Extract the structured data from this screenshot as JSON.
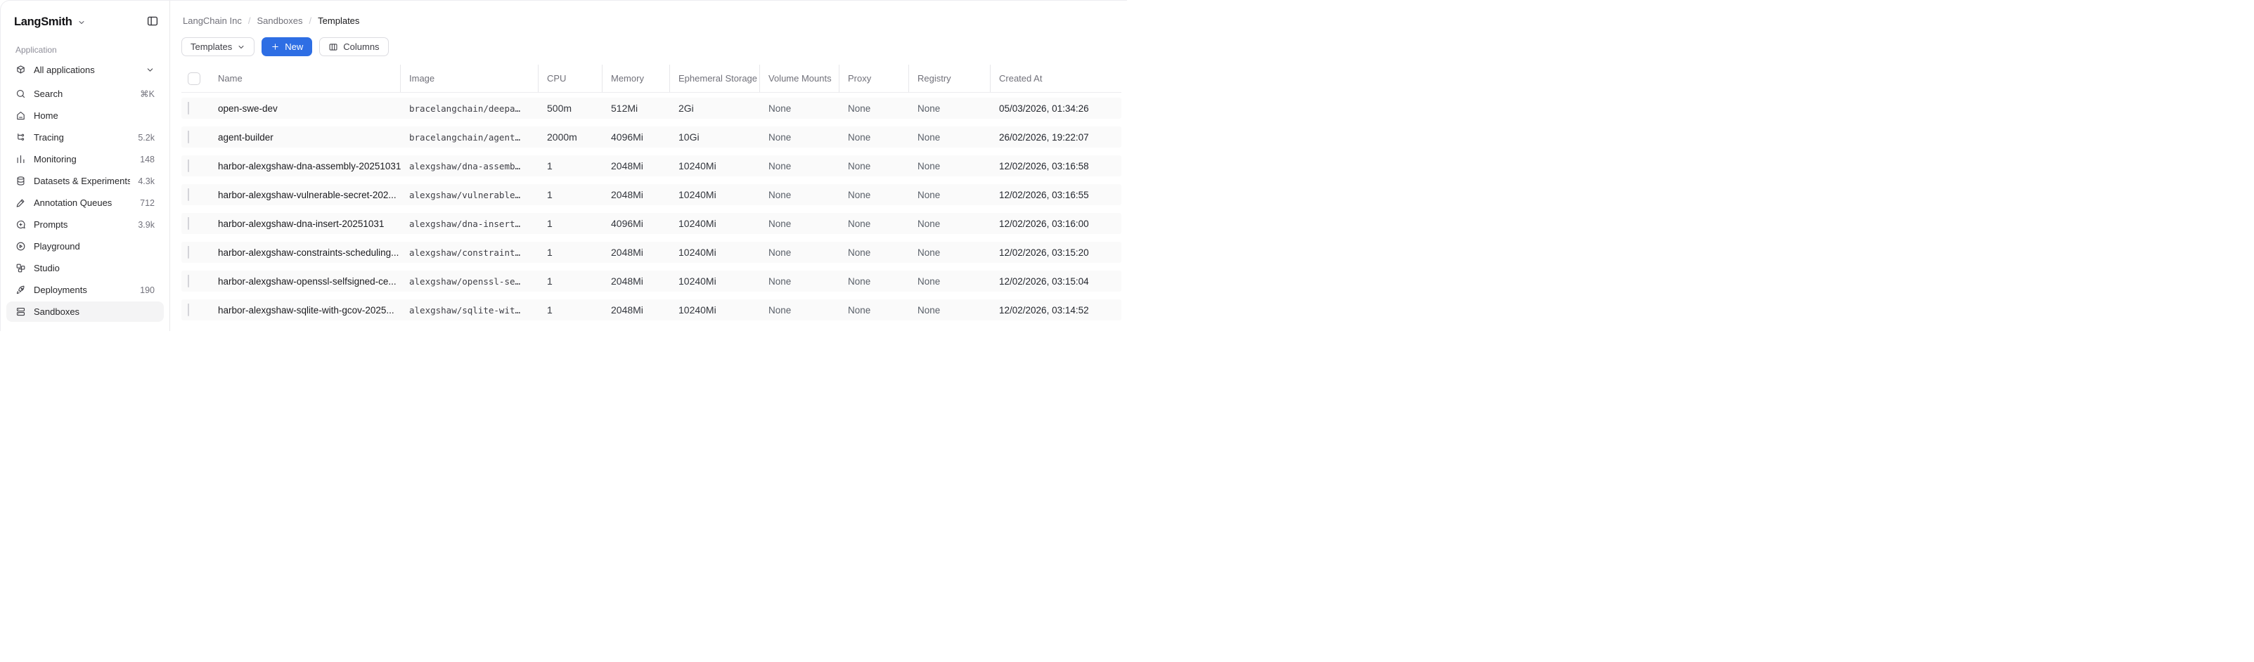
{
  "app": {
    "brand": "LangSmith"
  },
  "sidebar": {
    "section_label": "Application",
    "all_apps_label": "All applications",
    "items": [
      {
        "icon": "search-icon",
        "label": "Search",
        "badge": "⌘K"
      },
      {
        "icon": "home-icon",
        "label": "Home",
        "badge": ""
      },
      {
        "icon": "tracing-icon",
        "label": "Tracing",
        "badge": "5.2k"
      },
      {
        "icon": "monitoring-icon",
        "label": "Monitoring",
        "badge": "148"
      },
      {
        "icon": "datasets-icon",
        "label": "Datasets & Experiments",
        "badge": "4.3k"
      },
      {
        "icon": "annotation-queues-icon",
        "label": "Annotation Queues",
        "badge": "712"
      },
      {
        "icon": "prompts-icon",
        "label": "Prompts",
        "badge": "3.9k"
      },
      {
        "icon": "playground-icon",
        "label": "Playground",
        "badge": ""
      },
      {
        "icon": "studio-icon",
        "label": "Studio",
        "badge": ""
      },
      {
        "icon": "deployments-icon",
        "label": "Deployments",
        "badge": "190"
      },
      {
        "icon": "sandboxes-icon",
        "label": "Sandboxes",
        "badge": "",
        "active": true
      }
    ]
  },
  "breadcrumb": {
    "items": [
      "LangChain Inc",
      "Sandboxes",
      "Templates"
    ],
    "separator": "/"
  },
  "toolbar": {
    "view_selector_label": "Templates",
    "new_label": "New",
    "columns_label": "Columns"
  },
  "table": {
    "columns": [
      "Name",
      "Image",
      "CPU",
      "Memory",
      "Ephemeral Storage",
      "Volume Mounts",
      "Proxy",
      "Registry",
      "Created At"
    ],
    "rows": [
      {
        "name": "open-swe-dev",
        "image": "bracelangchain/deepa…",
        "cpu": "500m",
        "memory": "512Mi",
        "ephemeral_storage": "2Gi",
        "volume_mounts": "None",
        "proxy": "None",
        "registry": "None",
        "created_at": "05/03/2026, 01:34:26"
      },
      {
        "name": "agent-builder",
        "image": "bracelangchain/agent…",
        "cpu": "2000m",
        "memory": "4096Mi",
        "ephemeral_storage": "10Gi",
        "volume_mounts": "None",
        "proxy": "None",
        "registry": "None",
        "created_at": "26/02/2026, 19:22:07"
      },
      {
        "name": "harbor-alexgshaw-dna-assembly-20251031",
        "image": "alexgshaw/dna-assemb…",
        "cpu": "1",
        "memory": "2048Mi",
        "ephemeral_storage": "10240Mi",
        "volume_mounts": "None",
        "proxy": "None",
        "registry": "None",
        "created_at": "12/02/2026, 03:16:58"
      },
      {
        "name": "harbor-alexgshaw-vulnerable-secret-202...",
        "image": "alexgshaw/vulnerable…",
        "cpu": "1",
        "memory": "2048Mi",
        "ephemeral_storage": "10240Mi",
        "volume_mounts": "None",
        "proxy": "None",
        "registry": "None",
        "created_at": "12/02/2026, 03:16:55"
      },
      {
        "name": "harbor-alexgshaw-dna-insert-20251031",
        "image": "alexgshaw/dna-insert…",
        "cpu": "1",
        "memory": "4096Mi",
        "ephemeral_storage": "10240Mi",
        "volume_mounts": "None",
        "proxy": "None",
        "registry": "None",
        "created_at": "12/02/2026, 03:16:00"
      },
      {
        "name": "harbor-alexgshaw-constraints-scheduling...",
        "image": "alexgshaw/constraint…",
        "cpu": "1",
        "memory": "2048Mi",
        "ephemeral_storage": "10240Mi",
        "volume_mounts": "None",
        "proxy": "None",
        "registry": "None",
        "created_at": "12/02/2026, 03:15:20"
      },
      {
        "name": "harbor-alexgshaw-openssl-selfsigned-ce...",
        "image": "alexgshaw/openssl-se…",
        "cpu": "1",
        "memory": "2048Mi",
        "ephemeral_storage": "10240Mi",
        "volume_mounts": "None",
        "proxy": "None",
        "registry": "None",
        "created_at": "12/02/2026, 03:15:04"
      },
      {
        "name": "harbor-alexgshaw-sqlite-with-gcov-2025...",
        "image": "alexgshaw/sqlite-wit…",
        "cpu": "1",
        "memory": "2048Mi",
        "ephemeral_storage": "10240Mi",
        "volume_mounts": "None",
        "proxy": "None",
        "registry": "None",
        "created_at": "12/02/2026, 03:14:52"
      }
    ]
  },
  "colors": {
    "accent": "#2e6ee4",
    "active_item_bg": "#f4f4f5",
    "row_bg": "#fafafa"
  }
}
